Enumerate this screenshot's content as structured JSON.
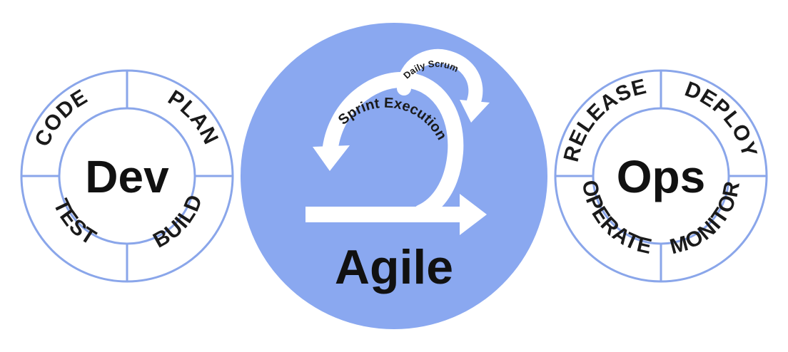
{
  "colors": {
    "ring_stroke": "#8aa6ea",
    "agile_circle": "#8aa8f0",
    "arrow_white": "#ffffff",
    "text_dark": "#111111"
  },
  "dev_cycle": {
    "center": "Dev",
    "stages": [
      "CODE",
      "PLAN",
      "TEST",
      "BUILD"
    ]
  },
  "agile": {
    "title": "Agile",
    "sprint_label": "Sprint Execution",
    "daily_label": "Daily Scrum"
  },
  "ops_cycle": {
    "center": "Ops",
    "stages": [
      "RELEASE",
      "DEPLOY",
      "OPERATE",
      "MONITOR"
    ]
  }
}
